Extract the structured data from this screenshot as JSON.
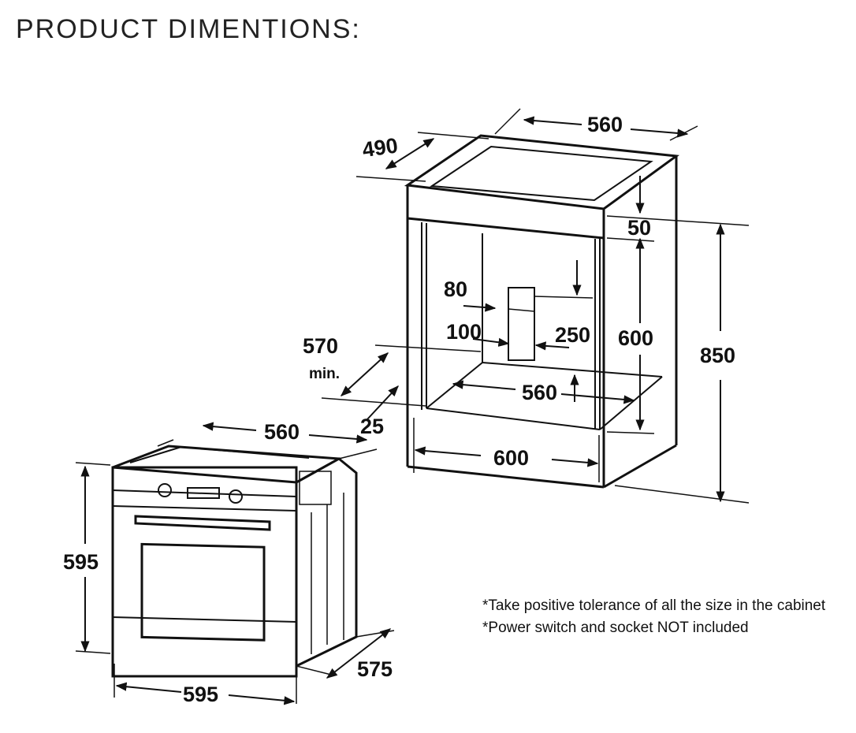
{
  "title": "PRODUCT DIMENTIONS:",
  "cabinet": {
    "top_width": "560",
    "top_depth": "490",
    "top_gap": "50",
    "inner_height": "600",
    "total_height": "850",
    "socket_offset": "80",
    "socket_width": "100",
    "socket_height": "250",
    "inner_width": "560",
    "min_depth": "570",
    "min_label": "min.",
    "front_gap": "25",
    "outer_width": "600"
  },
  "oven": {
    "top_width": "560",
    "height": "595",
    "width": "595",
    "depth": "575"
  },
  "notes": [
    "*Take positive tolerance of all the size in the cabinet",
    "*Power switch and socket NOT included"
  ],
  "colors": {
    "line": "#111111",
    "background": "#ffffff"
  }
}
